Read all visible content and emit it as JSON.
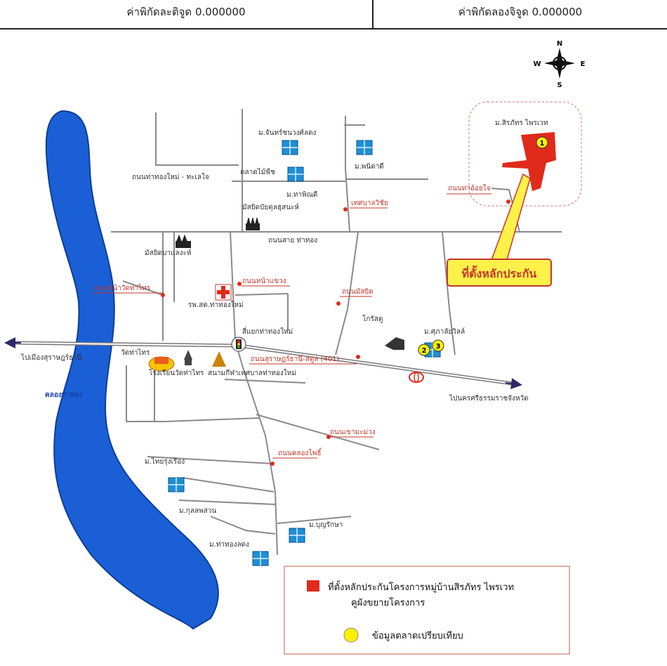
{
  "header": {
    "latitude_label": "ค่าพิกัดละติจูด 0.000000",
    "longitude_label": "ค่าพิกัดลองจิจูด 0.000000"
  },
  "compass": {
    "n": "N",
    "s": "S",
    "e": "E",
    "w": "W"
  },
  "callout": {
    "label": "ที่ตั้งหลักประกัน"
  },
  "markers": {
    "m1": "1",
    "m2": "2",
    "m3": "3"
  },
  "labels": {
    "moo_sirinapat": "ม.สิรภัทร ไพรเวท",
    "road_top_right": "ถนนท่าอ้อยใจ",
    "moo_chanwong": "ม.จันทร์ชนวงศ์ลดง",
    "road_top_left": "ถนนท่าทองใหม่ - ทะเลใจ",
    "talad": "ตลาดไม้พืช",
    "moo_panid": "ม.พนิดาดี",
    "moo_mid": "ม.ทาพิณดี",
    "school_top": "มัสยิดบัยตุลฮุสนะห์",
    "bankwichai": "เทศบาลวิชัย",
    "road_main_h": "ถนนสาย ท่าทอง",
    "mosque_left": "มัสยิดบาแลงะห์",
    "road_left_mid": "ถนนหน้าวัดท่าไทร",
    "road_hosp": "ถนนหน้าแขวง",
    "hospital": "รพ.สต.ท่าทองใหม่",
    "road_right_mid": "ถนนมัสยิด",
    "khotdam": "โกรัสตู",
    "moo_right": "ม.ศุภาลัยวิลล์",
    "intersection": "สี่แยกท่าทองใหม่",
    "to_left": "ไปเมืองสุราษฎร์ธานี",
    "wat_thai": "วัดท่าไทร",
    "road_main_diag": "ถนนสุราษฎร์ธานี-สตูล (401)",
    "school_wat": "โรงเรียนวัดท่าไทร",
    "stadium": "สนามกีฬาเทศบาลท่าทองใหม่",
    "to_right": "ไปนครศรีธรรมราชจังหวัด",
    "canal": "คลองท่าทอง",
    "road_lower1": "ถนนเขามะม่วง",
    "road_lower2": "ถนนคลองโพธิ์",
    "moo_sw1": "ม.ไทยรุ่งเรือง",
    "moo_sw2": "ม.กุลลพสวน",
    "moo_sw3": "ม.ท่าทองลดง",
    "moo_s": "ม.บุญรักษา"
  },
  "legend": {
    "item1": "ที่ตั้งหลักประกันโครงการหมู่บ้านสิรภัทร ไพรเวท",
    "item2": "คูผังขยายโครงการ",
    "item3": "ข้อมูลตลาดเปรียบเทียบ"
  },
  "colors": {
    "river": "#1a5fd6",
    "site": "#e02a1a",
    "callout_fill": "#fff04a",
    "marker_fill": "#fff000",
    "road": "#8a8a8a",
    "label_red": "#c0392b",
    "house_icon": "#1e8fd6"
  }
}
